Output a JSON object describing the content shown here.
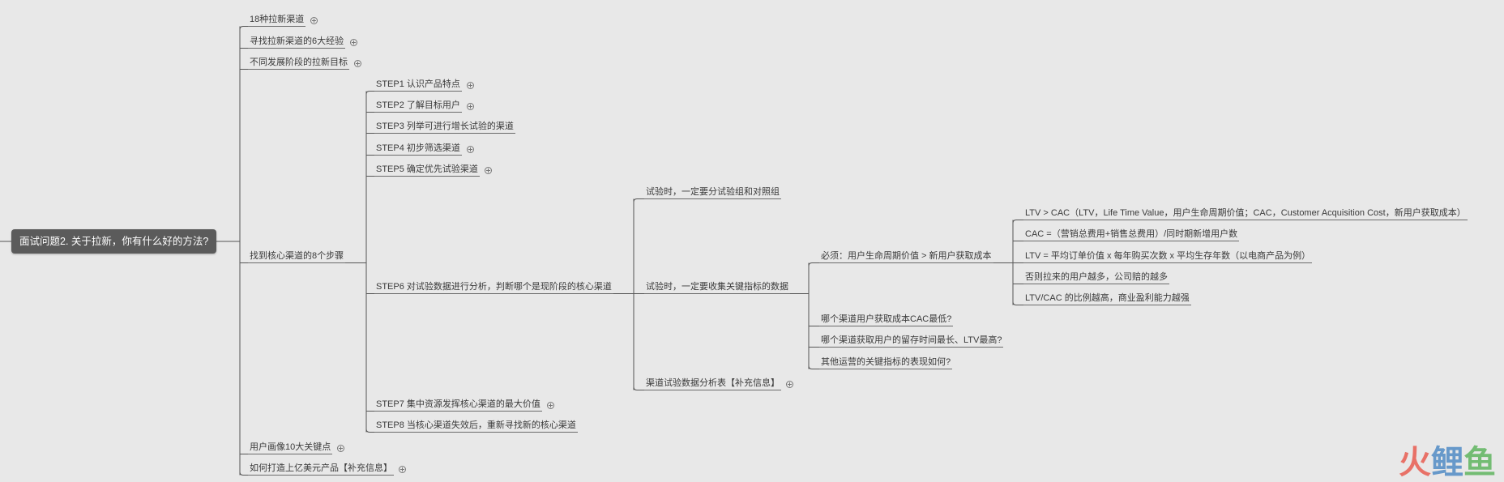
{
  "root": {
    "label": "面试问题2. 关于拉新，你有什么好的方法?"
  },
  "level1": [
    {
      "label": "18种拉新渠道",
      "collapsed": true
    },
    {
      "label": "寻找拉新渠道的6大经验",
      "collapsed": true
    },
    {
      "label": "不同发展阶段的拉新目标",
      "collapsed": true
    },
    {
      "label": "找到核心渠道的8个步骤",
      "collapsed": false
    },
    {
      "label": "用户画像10大关键点",
      "collapsed": true
    },
    {
      "label": "如何打造上亿美元产品【补充信息】",
      "collapsed": true
    }
  ],
  "steps": [
    {
      "label": "STEP1 认识产品特点",
      "collapsed": true
    },
    {
      "label": "STEP2 了解目标用户",
      "collapsed": true
    },
    {
      "label": "STEP3 列举可进行增长试验的渠道",
      "collapsed": false
    },
    {
      "label": "STEP4 初步筛选渠道",
      "collapsed": true
    },
    {
      "label": "STEP5 确定优先试验渠道",
      "collapsed": true
    },
    {
      "label": "STEP6 对试验数据进行分析，判断哪个是现阶段的核心渠道",
      "collapsed": false
    },
    {
      "label": "STEP7 集中资源发挥核心渠道的最大价值",
      "collapsed": true
    },
    {
      "label": "STEP8 当核心渠道失效后，重新寻找新的核心渠道",
      "collapsed": false
    }
  ],
  "step6_children": [
    {
      "label": "试验时，一定要分试验组和对照组",
      "collapsed": false
    },
    {
      "label": "试验时，一定要收集关键指标的数据",
      "collapsed": false
    },
    {
      "label": "渠道试验数据分析表【补充信息】",
      "collapsed": true
    }
  ],
  "metrics_children": [
    {
      "label": "必须：用户生命周期价值 > 新用户获取成本"
    },
    {
      "label": "哪个渠道用户获取成本CAC最低?"
    },
    {
      "label": "哪个渠道获取用户的留存时间最长、LTV最高?"
    },
    {
      "label": "其他运营的关键指标的表现如何?"
    }
  ],
  "must_children": [
    {
      "label": "LTV > CAC（LTV，Life Time Value，用户生命周期价值；CAC，Customer Acquisition Cost，新用户获取成本）"
    },
    {
      "label": "CAC =（营销总费用+销售总费用）/同时期新增用户数"
    },
    {
      "label": "LTV = 平均订单价值 x 每年购买次数 x 平均生存年数（以电商产品为例）"
    },
    {
      "label": "否则拉来的用户越多，公司赔的越多"
    },
    {
      "label": "LTV/CAC 的比例越高，商业盈利能力越强"
    }
  ],
  "watermark": {
    "chars": [
      "火",
      "鲤",
      "鱼"
    ],
    "colors": [
      "#e84a3c",
      "#3d7fc1",
      "#4cae4c"
    ]
  },
  "colors": {
    "line": "#555555",
    "root_bg": "#5b5b5b",
    "background": "#e8e8e8"
  }
}
